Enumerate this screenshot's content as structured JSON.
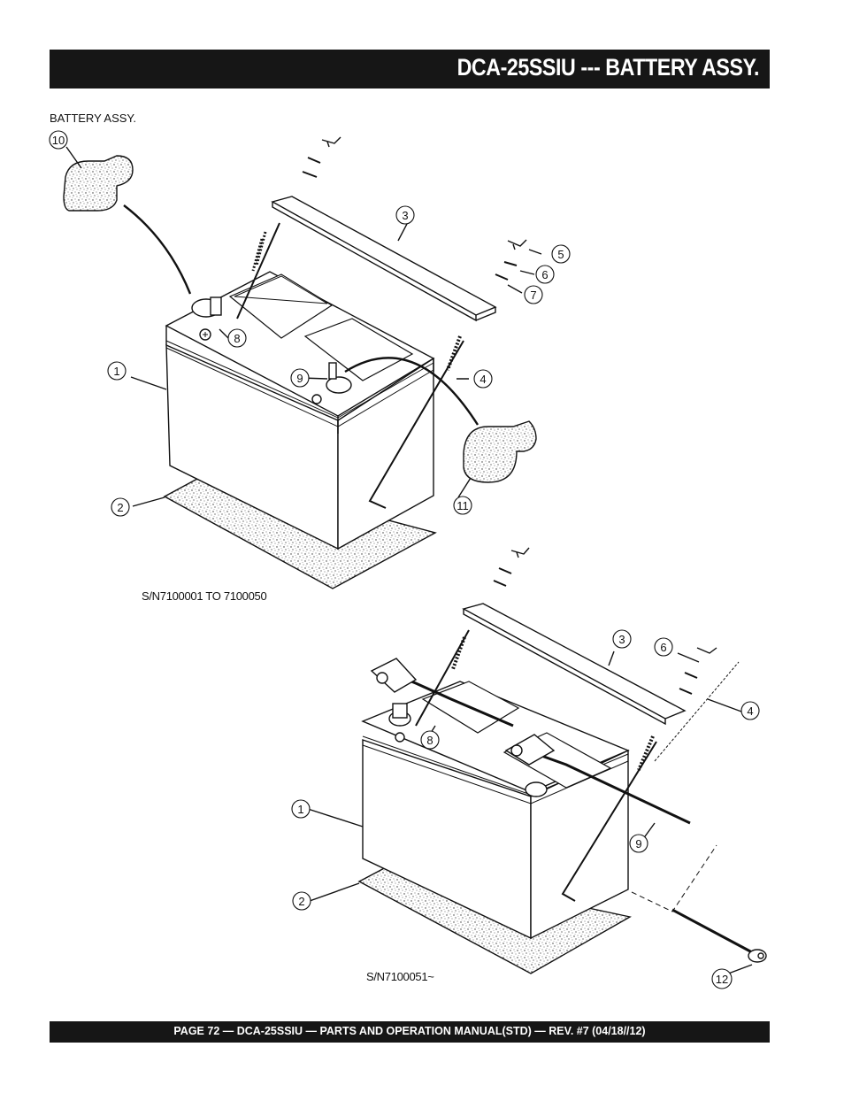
{
  "header": {
    "title": "DCA-25SSIU --- BATTERY ASSY."
  },
  "section_label": "BATTERY ASSY.",
  "diagram_top": {
    "serial_label": "S/N7100001 TO 7100050",
    "callouts": [
      "10",
      "3",
      "5",
      "6",
      "7",
      "8",
      "1",
      "9",
      "4",
      "2",
      "11"
    ]
  },
  "diagram_bottom": {
    "serial_label": "S/N7100051~",
    "callouts": [
      "3",
      "6",
      "4",
      "8",
      "1",
      "9",
      "2",
      "12"
    ]
  },
  "footer": {
    "text": "PAGE 72 — DCA-25SSIU — PARTS AND OPERATION  MANUAL(STD) — REV. #7  (04/18//12)"
  }
}
